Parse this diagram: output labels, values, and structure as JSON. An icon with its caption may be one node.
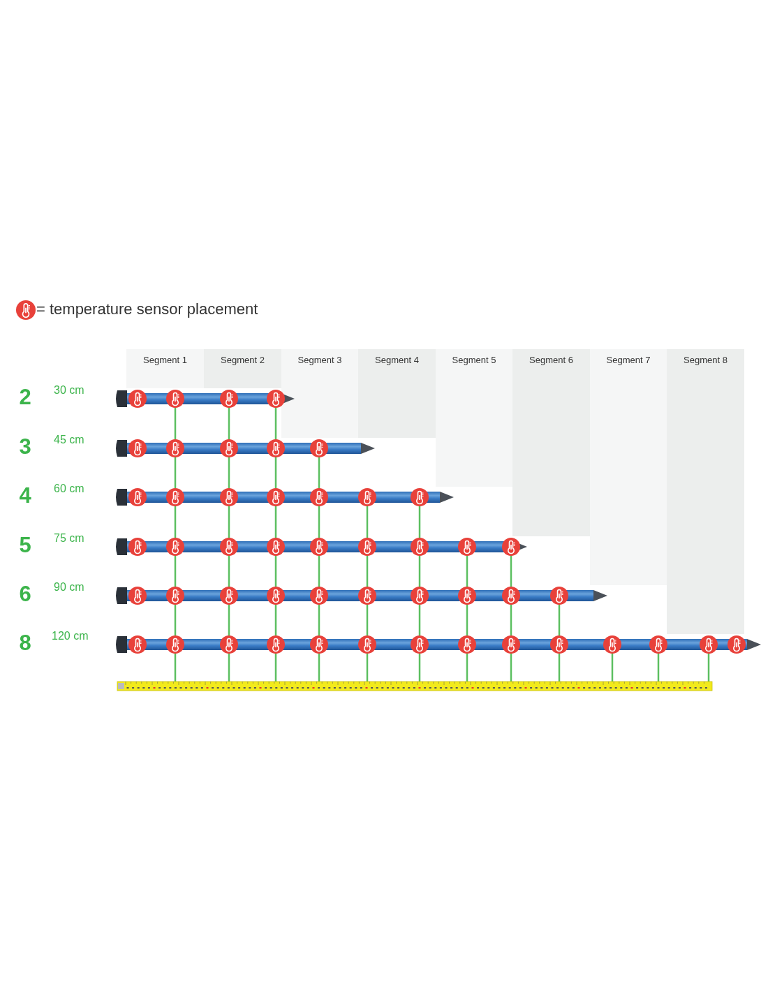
{
  "diagram": {
    "nodes": [
      {
        "text": [
          "Segment 1"
        ]
      },
      {
        "text": [
          "Segment 2"
        ]
      },
      {
        "text": [
          "Segment 3"
        ]
      },
      {
        "text": [
          "Segment 4"
        ]
      },
      {
        "text": [
          "Segment 5"
        ]
      },
      {
        "text": [
          "Segment 6"
        ]
      },
      {
        "text": [
          "Segment 7"
        ]
      },
      {
        "text": [
          "Segment 8"
        ]
      }
    ],
    "labels": [
      "2",
      "30 cm",
      "3",
      "45 cm",
      "4",
      "60 cm",
      "5",
      "75 cm",
      "6",
      "90 cm",
      "8",
      "120 cm"
    ],
    "legend": [
      {
        "text": "= temperature sensor placement"
      }
    ]
  }
}
